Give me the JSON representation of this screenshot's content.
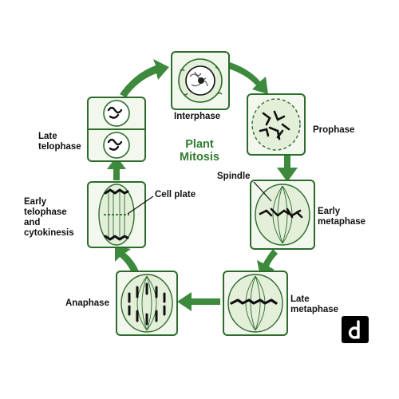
{
  "title": "Plant\nMitosis",
  "phases": {
    "interphase": "Interphase",
    "prophase": "Prophase",
    "early_metaphase": "Early\nmetaphase",
    "late_metaphase": "Late\nmetaphase",
    "anaphase": "Anaphase",
    "early_telophase": "Early\ntelophase\nand\ncytokinesis",
    "late_telophase": "Late\ntelophase"
  },
  "annotations": {
    "spindle": "Spindle",
    "cell_plate": "Cell plate"
  },
  "colors": {
    "arrow_green": "#3d8a3d",
    "cell_border": "#2d6b2d",
    "panel_fill": "#e9f2e2",
    "text_green": "#2f7d2f"
  }
}
